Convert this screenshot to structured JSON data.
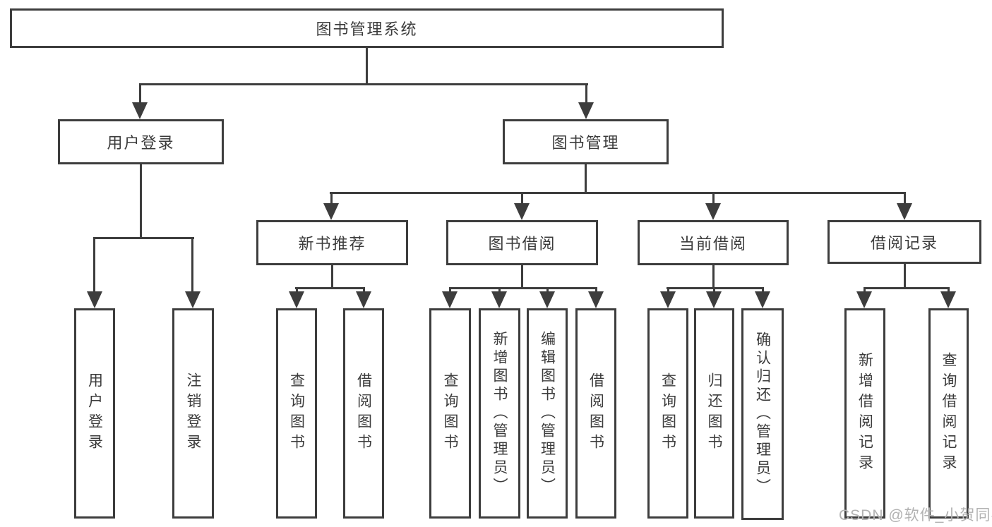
{
  "diagram": {
    "root": {
      "label": "图书管理系统"
    },
    "level2": [
      {
        "label": "用户登录"
      },
      {
        "label": "图书管理"
      }
    ],
    "level3": [
      {
        "label": "新书推荐"
      },
      {
        "label": "图书借阅"
      },
      {
        "label": "当前借阅"
      },
      {
        "label": "借阅记录"
      }
    ],
    "leaves": {
      "login": [
        "用户登录",
        "注销登录"
      ],
      "recommend": [
        "查询图书",
        "借阅图书"
      ],
      "borrow": [
        "查询图书",
        "新增图书（管理员）",
        "编辑图书（管理员）",
        "借阅图书"
      ],
      "current": [
        "查询图书",
        "归还图书",
        "确认归还（管理员）"
      ],
      "records": [
        "新增借阅记录",
        "查询借阅记录"
      ]
    }
  },
  "watermark": {
    "text": "CSDN @软件_小贺同学",
    "color": "#b2b2b2"
  },
  "colors": {
    "line": "#3d3d3d",
    "text": "#3b3b3b",
    "background": "#ffffff"
  }
}
